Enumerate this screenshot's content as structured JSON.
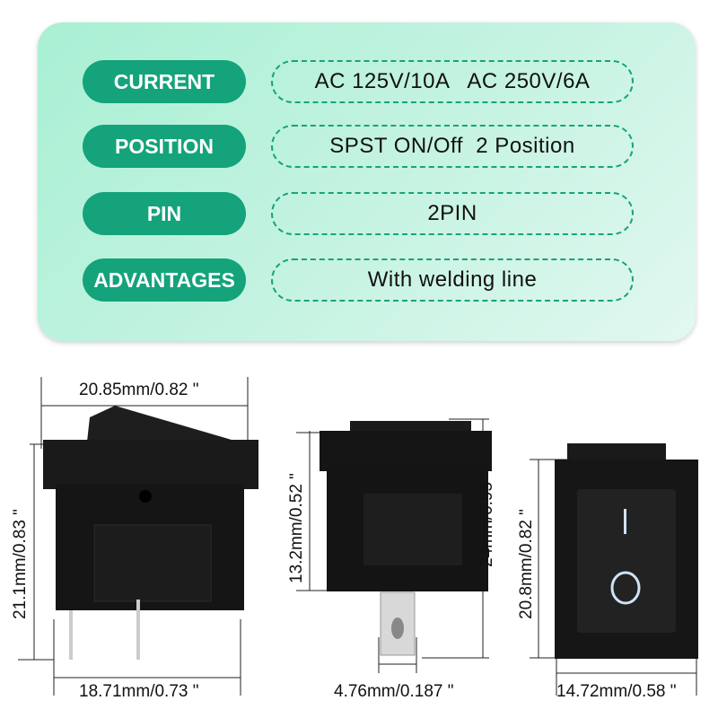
{
  "specs": [
    {
      "label": "CURRENT",
      "value": "AC 125V/10A   AC 250V/6A"
    },
    {
      "label": "POSITION",
      "value": "SPST ON/Off  2 Position"
    },
    {
      "label": "PIN",
      "value": "2PIN"
    },
    {
      "label": "ADVANTAGES",
      "value": "With welding line"
    }
  ],
  "dimensions": {
    "front_width": "20.85mm/0.82 \"",
    "front_height": "21.1mm/0.83 \"",
    "front_base": "18.71mm/0.73 \"",
    "side_body": "13.2mm/0.52 \"",
    "side_total": "24mm/0.95 \"",
    "terminal": "4.76mm/0.187 \"",
    "top_height": "20.8mm/0.82 \"",
    "top_width": "14.72mm/0.58 \""
  },
  "colors": {
    "accent": "#14a37a",
    "panel": "#b9f2dc",
    "switch": "#1c1c1c",
    "marking": "#cfe2f3"
  }
}
